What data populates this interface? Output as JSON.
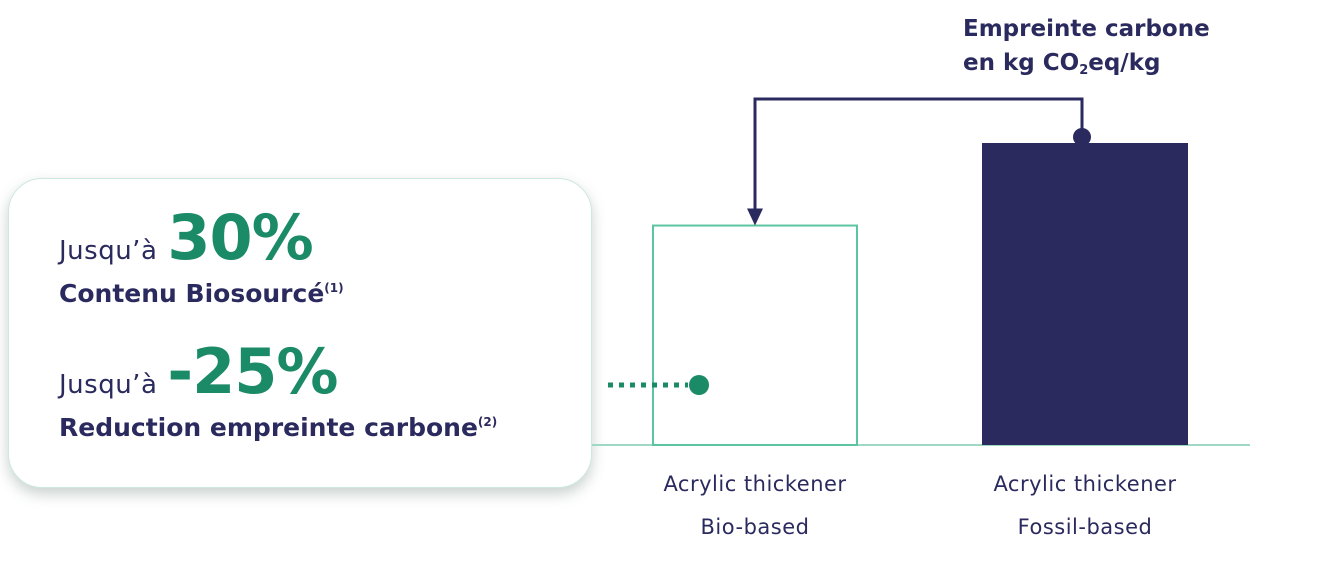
{
  "card": {
    "stat1": {
      "prefix": "Jusqu’à",
      "value": "30%",
      "caption": "Contenu Biosourcé",
      "note": "(1)"
    },
    "stat2": {
      "prefix": "Jusqu’à",
      "value": "-25%",
      "caption": "Reduction empreinte carbone",
      "note": "(2)"
    }
  },
  "chart_data": {
    "type": "bar",
    "title": {
      "line1": "Empreinte carbone",
      "line2_pre": "en kg CO",
      "line2_sub": "2",
      "line2_post": "eq/kg"
    },
    "categories": [
      {
        "line1": "Acrylic thickener",
        "line2": "Bio-based"
      },
      {
        "line1": "Acrylic thickener",
        "line2": "Fossil-based"
      }
    ],
    "values": [
      0.73,
      1.0
    ],
    "ylim": [
      0,
      1.0
    ],
    "grid": false,
    "colors": {
      "bio_outline": "#5cc4a0",
      "fossil_fill": "#2a2a5e",
      "accent_green": "#1b8a66",
      "navy": "#2a2a5e"
    }
  }
}
